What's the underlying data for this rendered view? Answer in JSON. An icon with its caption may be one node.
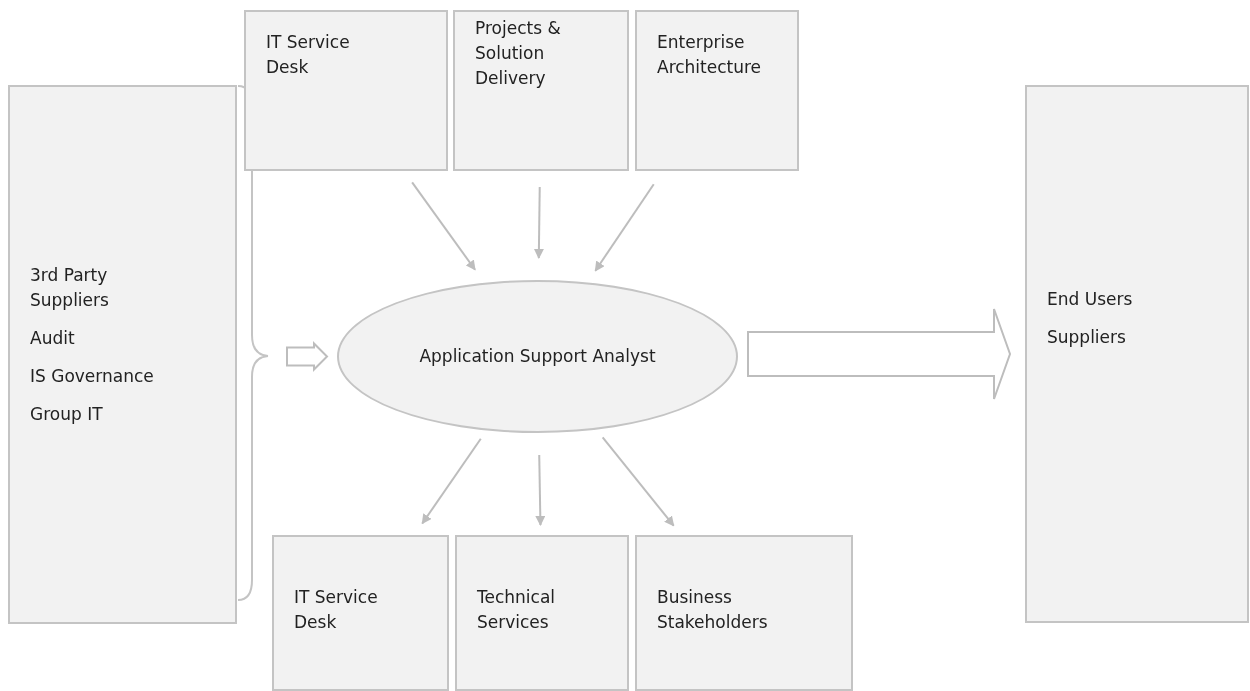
{
  "diagram": {
    "nodes": [
      {
        "text": [
          "IT Service Desk"
        ]
      },
      {
        "text": [
          "Projects & Solution Delivery"
        ]
      },
      {
        "text": [
          "Enterprise Architecture"
        ]
      },
      {
        "text": [
          "3rd Party Suppliers",
          "Audit",
          "IS Governance",
          "Group IT"
        ]
      },
      {
        "text": [
          "Application Support Analyst"
        ]
      },
      {
        "text": [
          "End Users",
          "Suppliers"
        ]
      },
      {
        "text": [
          "IT Service Desk"
        ]
      },
      {
        "text": [
          "Technical Services"
        ]
      },
      {
        "text": [
          "Business Stakeholders"
        ]
      }
    ],
    "edges": [
      {
        "from": 0,
        "to": 4,
        "arrow": "to"
      },
      {
        "from": 1,
        "to": 4,
        "arrow": "to"
      },
      {
        "from": 2,
        "to": 4,
        "arrow": "to"
      },
      {
        "from": 3,
        "to": 4,
        "arrow": "to",
        "style": "thick"
      },
      {
        "from": 4,
        "to": 5,
        "arrow": "to",
        "style": "thick"
      },
      {
        "from": 4,
        "to": 6,
        "arrow": "to"
      },
      {
        "from": 4,
        "to": 7,
        "arrow": "to"
      },
      {
        "from": 4,
        "to": 8,
        "arrow": "to"
      }
    ]
  }
}
